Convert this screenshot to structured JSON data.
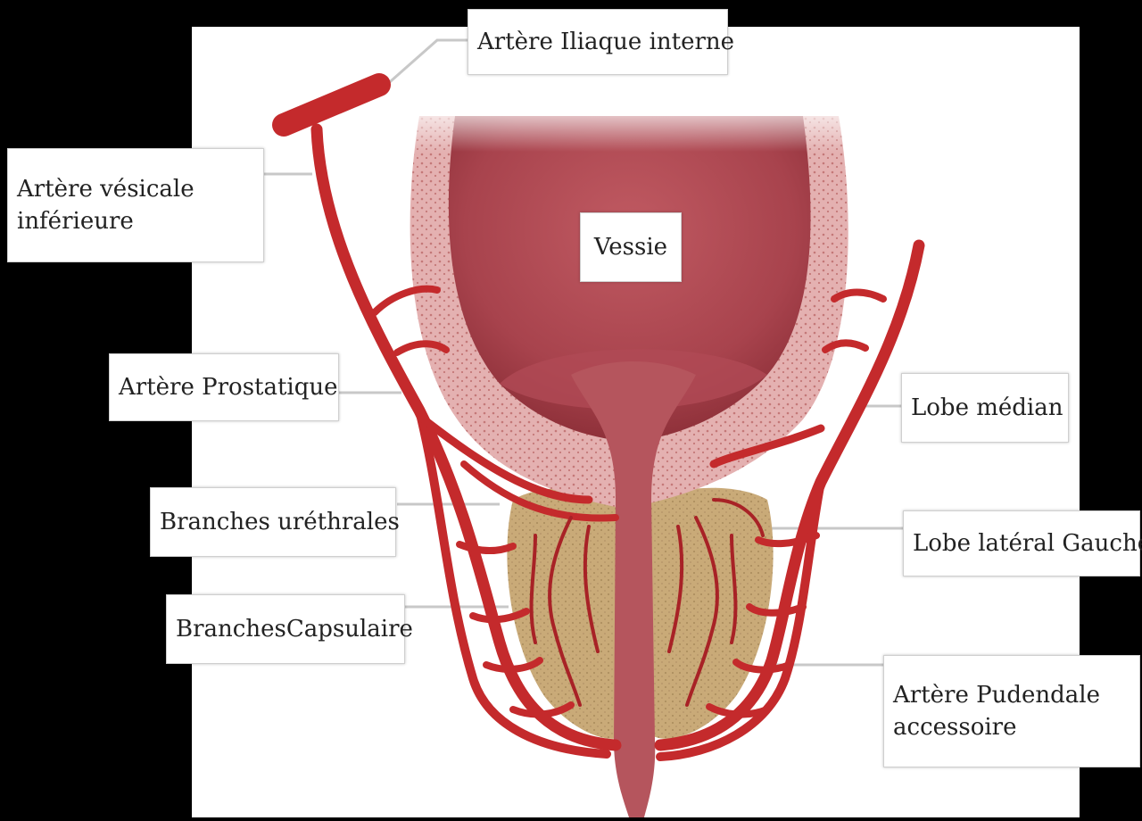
{
  "labels": {
    "iliac": "Artère Iliaque interne",
    "vesical_line1": "Artère vésicale",
    "vesical_line2": "inférieure",
    "bladder": "Vessie",
    "prostatic": "Artère Prostatique",
    "median_lobe": "Lobe médian",
    "urethral": "Branches uréthrales",
    "left_lobe": "Lobe latéral Gauche",
    "capsular": "BranchesCapsulaire",
    "pudendal_line1": "Artère Pudendale",
    "pudendal_line2": "accessoire"
  },
  "colors": {
    "background": "#000000",
    "panel": "#ffffff",
    "artery": "#c42a2c",
    "bladder_fill": "#b8505a",
    "bladder_wall": "#e6b4b4",
    "prostate": "#c7a977",
    "leader_line": "#c8c8c8"
  }
}
